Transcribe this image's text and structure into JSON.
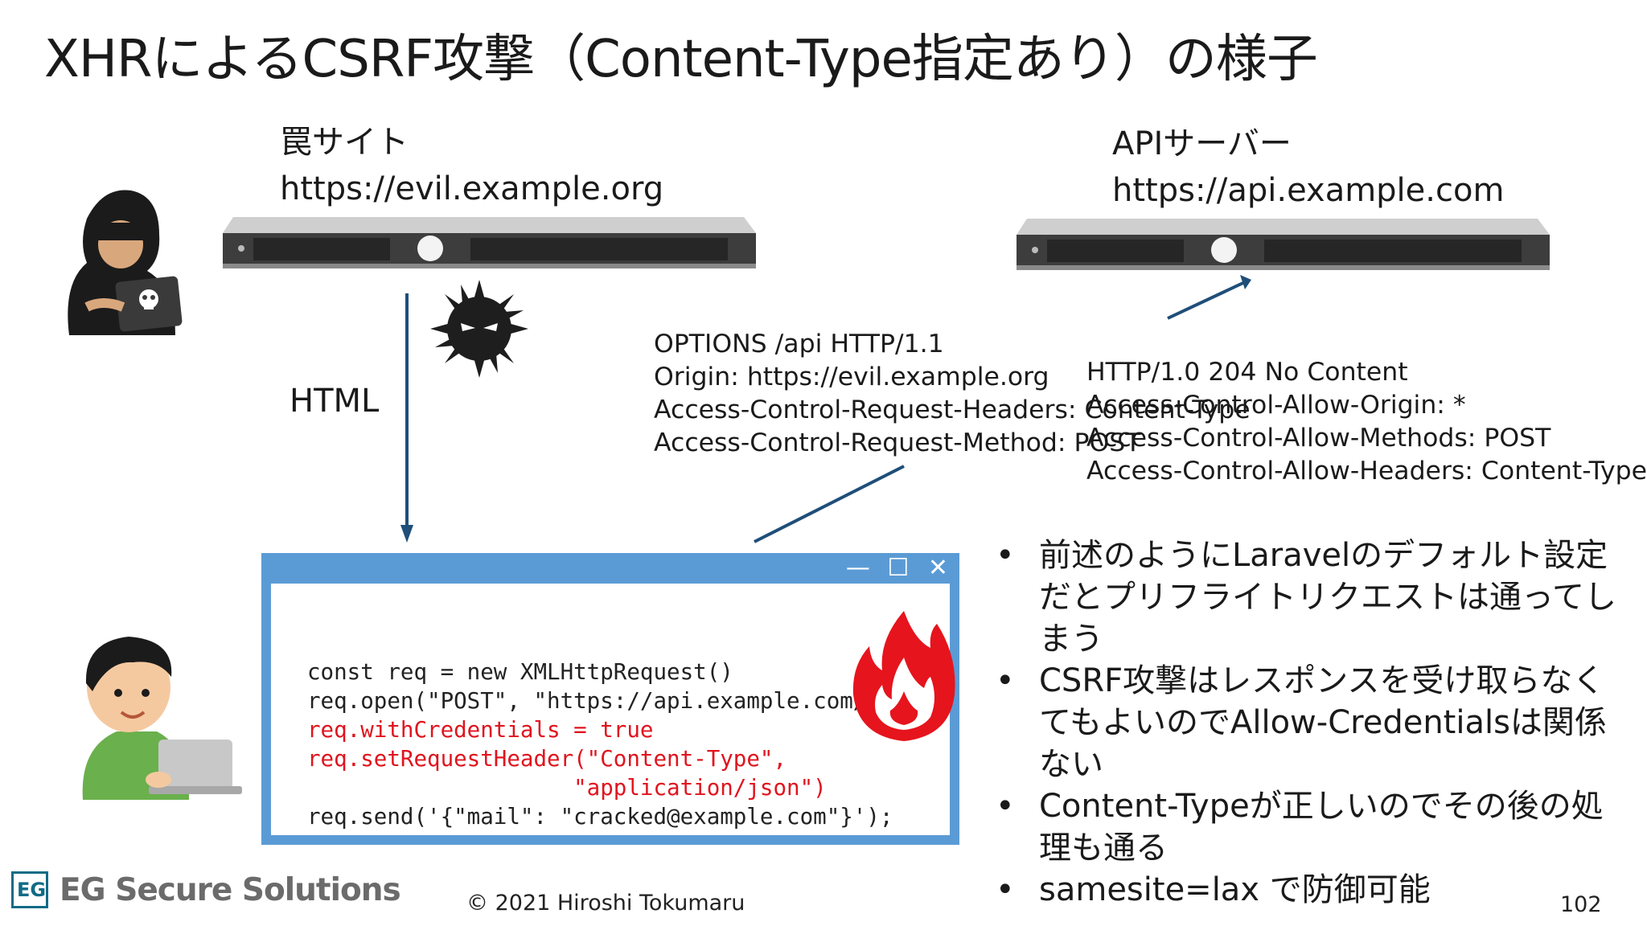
{
  "slide": {
    "title": "XHRによるCSRF攻撃（Content-Type指定あり）の様子",
    "trap_site": {
      "name": "罠サイト",
      "url": "https://evil.example.org"
    },
    "api_server": {
      "name": "APIサーバー",
      "url": "https://api.example.com"
    },
    "html_label": "HTML",
    "preflight_request": [
      "OPTIONS /api HTTP/1.1",
      "Origin: https://evil.example.org",
      "Access-Control-Request-Headers: Content-Type",
      "Access-Control-Request-Method: POST"
    ],
    "preflight_response": [
      "HTTP/1.0 204 No Content",
      "Access-Control-Allow-Origin: *",
      "Access-Control-Allow-Methods: POST",
      "Access-Control-Allow-Headers: Content-Type"
    ],
    "code": [
      "const req = new XMLHttpRequest()",
      "req.open(\"POST\", \"https://api.example.com/mail\")",
      "req.withCredentials = true",
      "req.setRequestHeader(\"Content-Type\",",
      "                    \"application/json\")",
      "req.send('{\"mail\": \"cracked@example.com\"}');"
    ],
    "bullets": [
      "前述のようにLaravelのデフォルト設定だとプリフライトリクエストは通ってしまう",
      "CSRF攻撃はレスポンスを受け取らなくてもよいのでAllow-Credentialsは関係ない",
      "Content-Typeが正しいのでその後の処理も通る",
      "samesite=lax で防御可能"
    ],
    "bullet_symbol": "•",
    "window_controls": {
      "minimize": "—",
      "maximize": "☐",
      "close": "✕"
    },
    "footer": {
      "logo_text": "EG Secure Solutions",
      "logo_mark": "EG",
      "copyright": "© 2021 Hiroshi Tokumaru",
      "page_number": "102"
    },
    "colors": {
      "window_frame": "#5b9bd5",
      "code_highlight": "#e0141e",
      "arrow": "#1f4e79",
      "logo": "#0f6b86"
    }
  }
}
